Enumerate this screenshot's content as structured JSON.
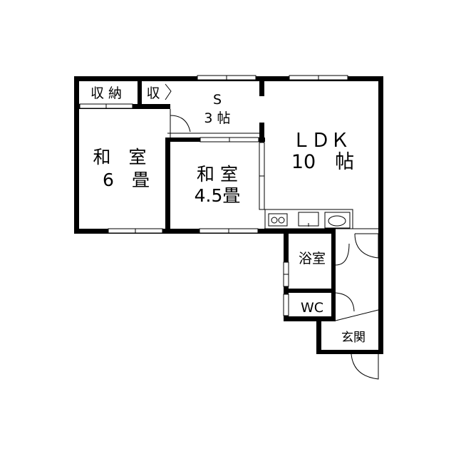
{
  "rooms": {
    "storage_large": "収 納",
    "storage_small": "収",
    "s_room_name": "S",
    "s_room_size": "3 帖",
    "ldk_name": "ＬＤＫ",
    "ldk_size": "10　帖",
    "washitsu6_name": "和　室",
    "washitsu6_size": "6　畳",
    "washitsu45_name": "和 室",
    "washitsu45_size": "4.5畳",
    "bath": "浴室",
    "wc": "WC",
    "entrance": "玄関"
  }
}
